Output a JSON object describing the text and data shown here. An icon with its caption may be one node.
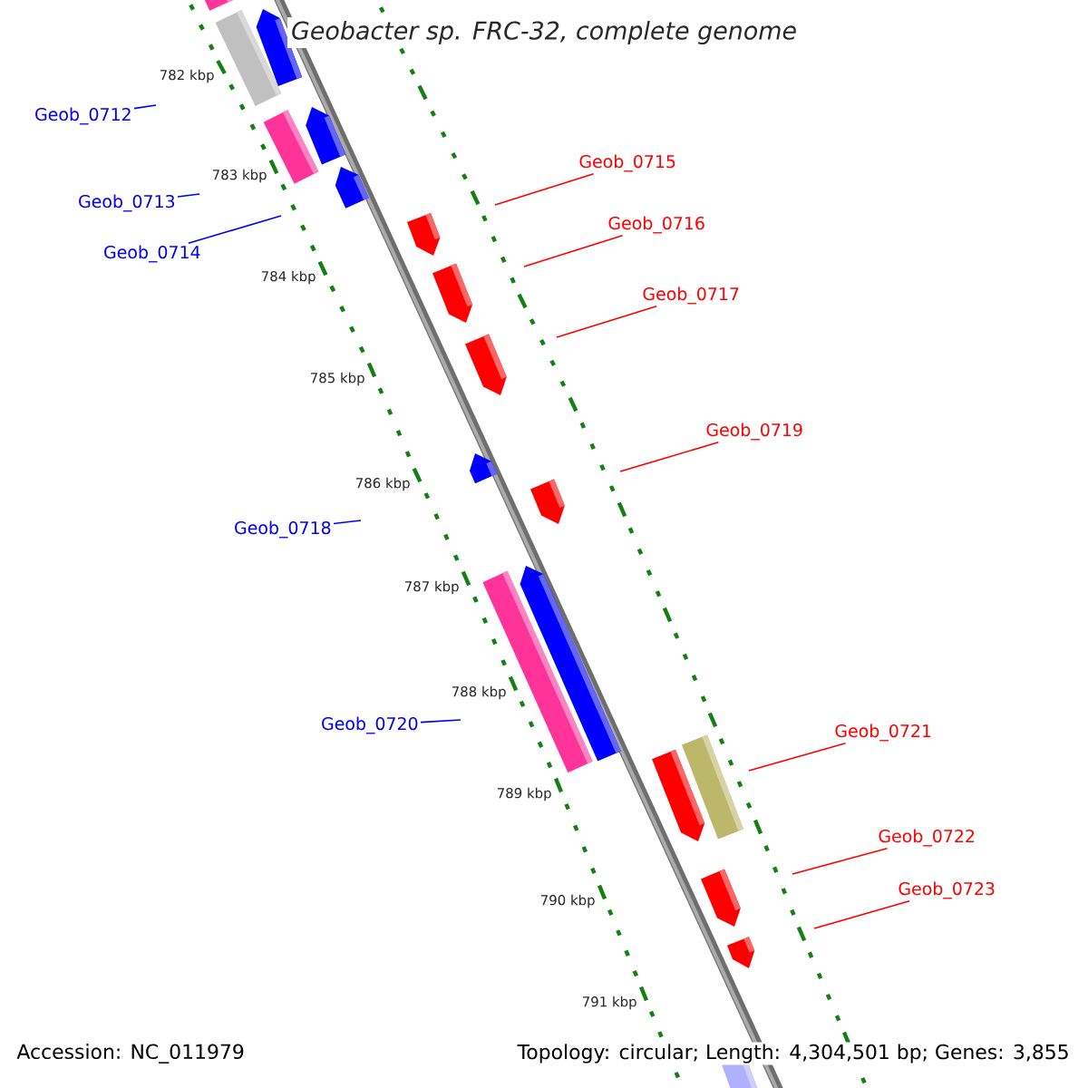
{
  "diagram": {
    "title": "Geobacter sp. FRC-32, complete genome",
    "nodes": [
      {
        "text": [
          "Geob_0712"
        ]
      },
      {
        "text": [
          "Geob_0713"
        ]
      },
      {
        "text": [
          "Geob_0714"
        ]
      },
      {
        "text": [
          "Geob_0715"
        ]
      },
      {
        "text": [
          "Geob_0716"
        ]
      },
      {
        "text": [
          "Geob_0717"
        ]
      },
      {
        "text": [
          "Geob_0718"
        ]
      },
      {
        "text": [
          "Geob_0719"
        ]
      },
      {
        "text": [
          "Geob_0720"
        ]
      },
      {
        "text": [
          "Geob_0721"
        ]
      },
      {
        "text": [
          "Geob_0722"
        ]
      },
      {
        "text": [
          "Geob_0723"
        ]
      }
    ],
    "edges": [
      {
        "from": 0,
        "to": null,
        "arrow": "none",
        "color": "#0000ff"
      },
      {
        "from": 1,
        "to": null,
        "arrow": "none",
        "color": "#0000ff"
      },
      {
        "from": 2,
        "to": null,
        "arrow": "none",
        "color": "#0000ff"
      },
      {
        "from": 3,
        "to": null,
        "arrow": "none"
      },
      {
        "from": 4,
        "to": null,
        "arrow": "none"
      },
      {
        "from": 5,
        "to": null,
        "arrow": "none"
      },
      {
        "from": 6,
        "to": null,
        "arrow": "none",
        "color": "#0000ff"
      },
      {
        "from": 7,
        "to": null,
        "arrow": "none"
      },
      {
        "from": 8,
        "to": null,
        "arrow": "none",
        "color": "#0000ff"
      },
      {
        "from": 9,
        "to": null,
        "arrow": "none"
      },
      {
        "from": 10,
        "to": null,
        "arrow": "none"
      },
      {
        "from": 11,
        "to": null,
        "arrow": "none"
      }
    ],
    "labels": [
      "782 kbp",
      "783 kbp",
      "784 kbp",
      "785 kbp",
      "786 kbp",
      "787 kbp",
      "788 kbp",
      "789 kbp",
      "790 kbp",
      "791 kbp",
      "Accession: NC_011979",
      "Topology: circular; Length: 4,304,501 bp; Genes: 3,855"
    ]
  }
}
